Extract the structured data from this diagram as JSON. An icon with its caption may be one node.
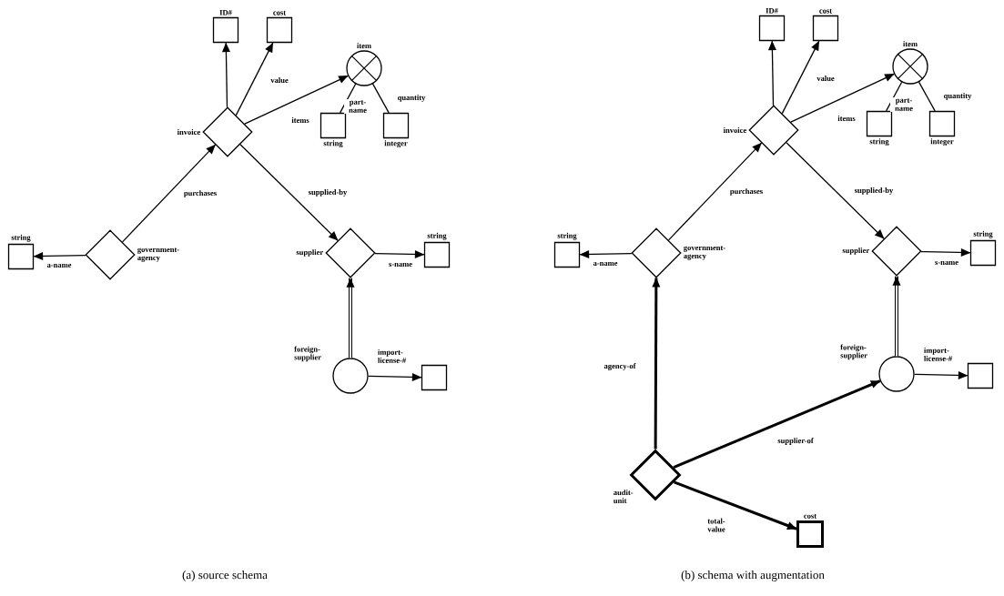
{
  "diagram": {
    "nodes": [
      {
        "text": [
          "invoice"
        ]
      },
      {
        "text": [
          "ID#"
        ]
      },
      {
        "text": [
          "cost"
        ]
      },
      {
        "text": [
          "item"
        ]
      },
      {
        "text": [
          "string"
        ]
      },
      {
        "text": [
          "integer"
        ]
      },
      {
        "text": [
          "government-agency"
        ]
      },
      {
        "text": [
          "string"
        ]
      },
      {
        "text": [
          "supplier"
        ]
      },
      {
        "text": [
          "string"
        ]
      },
      {
        "text": [
          "foreign-supplier"
        ]
      },
      {
        "text": [
          "import-license-#"
        ]
      },
      {
        "text": [
          "invoice"
        ]
      },
      {
        "text": [
          "ID#"
        ]
      },
      {
        "text": [
          "cost"
        ]
      },
      {
        "text": [
          "item"
        ]
      },
      {
        "text": [
          "string"
        ]
      },
      {
        "text": [
          "integer"
        ]
      },
      {
        "text": [
          "government-agency"
        ]
      },
      {
        "text": [
          "string"
        ]
      },
      {
        "text": [
          "supplier"
        ]
      },
      {
        "text": [
          "string"
        ]
      },
      {
        "text": [
          "foreign-supplier"
        ]
      },
      {
        "text": [
          "import-license-#"
        ]
      },
      {
        "text": [
          "audit-unit"
        ]
      },
      {
        "text": [
          "cost"
        ]
      }
    ],
    "edges": [
      {
        "from": 0,
        "to": 1,
        "arrow": "to"
      },
      {
        "from": 0,
        "to": 2,
        "arrow": "to",
        "label": "value"
      },
      {
        "from": 0,
        "to": 3,
        "arrow": "to",
        "label": "items"
      },
      {
        "from": 3,
        "to": 4,
        "arrow": "none",
        "label": "part-name"
      },
      {
        "from": 3,
        "to": 5,
        "arrow": "none",
        "label": "quantity"
      },
      {
        "from": 6,
        "to": 0,
        "arrow": "to",
        "label": "purchases"
      },
      {
        "from": 6,
        "to": 7,
        "arrow": "to",
        "label": "a-name"
      },
      {
        "from": 0,
        "to": 8,
        "arrow": "to",
        "label": "supplied-by"
      },
      {
        "from": 8,
        "to": 9,
        "arrow": "to",
        "label": "s-name"
      },
      {
        "from": 10,
        "to": 8,
        "arrow": "to",
        "style": "thick"
      },
      {
        "from": 10,
        "to": 11,
        "arrow": "to"
      },
      {
        "from": 12,
        "to": 13,
        "arrow": "to"
      },
      {
        "from": 12,
        "to": 14,
        "arrow": "to",
        "label": "value"
      },
      {
        "from": 12,
        "to": 15,
        "arrow": "to",
        "label": "items"
      },
      {
        "from": 15,
        "to": 16,
        "arrow": "none",
        "label": "part-name"
      },
      {
        "from": 15,
        "to": 17,
        "arrow": "none",
        "label": "quantity"
      },
      {
        "from": 18,
        "to": 12,
        "arrow": "to",
        "label": "purchases"
      },
      {
        "from": 18,
        "to": 19,
        "arrow": "to",
        "label": "a-name"
      },
      {
        "from": 12,
        "to": 20,
        "arrow": "to",
        "label": "supplied-by"
      },
      {
        "from": 20,
        "to": 21,
        "arrow": "to",
        "label": "s-name"
      },
      {
        "from": 22,
        "to": 20,
        "arrow": "to",
        "style": "thick"
      },
      {
        "from": 22,
        "to": 23,
        "arrow": "to"
      },
      {
        "from": 24,
        "to": 18,
        "arrow": "to",
        "style": "thick",
        "label": "agency-of"
      },
      {
        "from": 24,
        "to": 22,
        "arrow": "to",
        "style": "thick",
        "label": "supplier-of"
      },
      {
        "from": 24,
        "to": 25,
        "arrow": "to",
        "style": "thick",
        "label": "total-value"
      }
    ],
    "labels": [
      "(a) source schema",
      "(b) schema with augmentation"
    ]
  }
}
